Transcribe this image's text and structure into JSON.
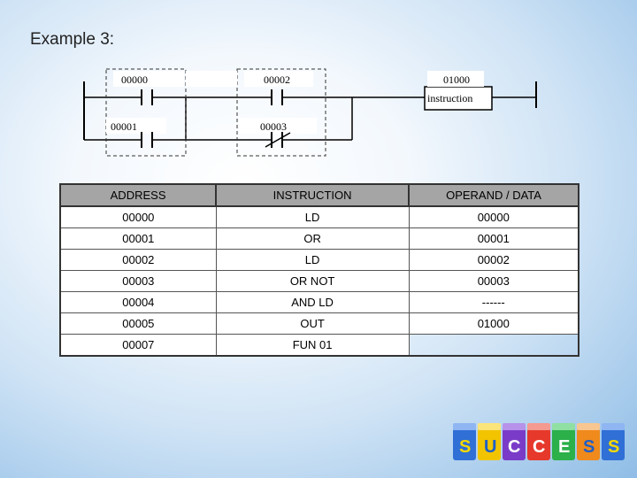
{
  "slide": {
    "title": "Example 3:"
  },
  "ladder": {
    "contacts": [
      {
        "label": "00000",
        "type": "NO"
      },
      {
        "label": "00001",
        "type": "NO"
      },
      {
        "label": "00002",
        "type": "NO"
      },
      {
        "label": "00003",
        "type": "NC"
      }
    ],
    "output_label": "01000",
    "output_caption": "instruction"
  },
  "table": {
    "headers": [
      "ADDRESS",
      "INSTRUCTION",
      "OPERAND / DATA"
    ],
    "rows": [
      [
        "00000",
        "LD",
        "00000"
      ],
      [
        "00001",
        "OR",
        "00001"
      ],
      [
        "00002",
        "LD",
        "00002"
      ],
      [
        "00003",
        "OR NOT",
        "00003"
      ],
      [
        "00004",
        "AND LD",
        "------"
      ],
      [
        "00005",
        "OUT",
        "01000"
      ],
      [
        "00007",
        "FUN 01",
        ""
      ]
    ]
  },
  "logo": {
    "letters": [
      "S",
      "U",
      "C",
      "C",
      "E",
      "S",
      "S"
    ]
  }
}
